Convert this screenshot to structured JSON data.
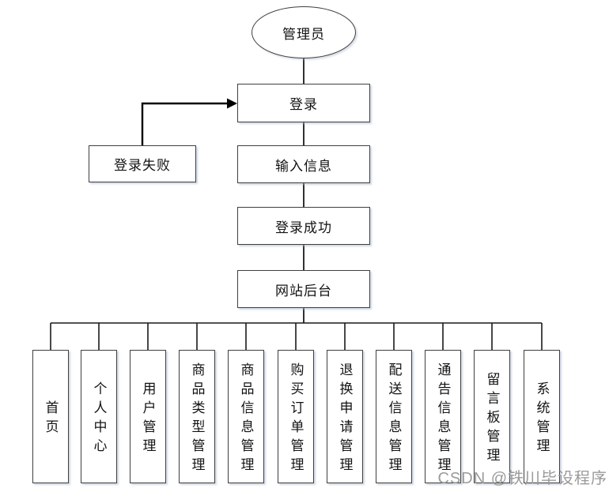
{
  "diagram": {
    "title_node": {
      "label": "管理员"
    },
    "flow_nodes": [
      {
        "id": "login",
        "label": "登录"
      },
      {
        "id": "input-info",
        "label": "输入信息"
      },
      {
        "id": "login-success",
        "label": "登录成功"
      },
      {
        "id": "site-backend",
        "label": "网站后台"
      }
    ],
    "side_node": {
      "label": "登录失败"
    },
    "bottom_nodes": [
      {
        "label": "首页"
      },
      {
        "label": "个人中心"
      },
      {
        "label": "用户管理"
      },
      {
        "label": "商品类型管理"
      },
      {
        "label": "商品信息管理"
      },
      {
        "label": "购买订单管理"
      },
      {
        "label": "退换申请管理"
      },
      {
        "label": "配送信息管理"
      },
      {
        "label": "通告信息管理"
      },
      {
        "label": "留言板管理"
      },
      {
        "label": "系统管理"
      }
    ],
    "watermark": "CSDN @铁川毕设程序",
    "colors": {
      "node_border": "#3f3f3f",
      "connector": "#1a1a1a",
      "arrow": "#000000",
      "watermark": "#9a9a9a",
      "node_fill": "#ffffff"
    }
  }
}
